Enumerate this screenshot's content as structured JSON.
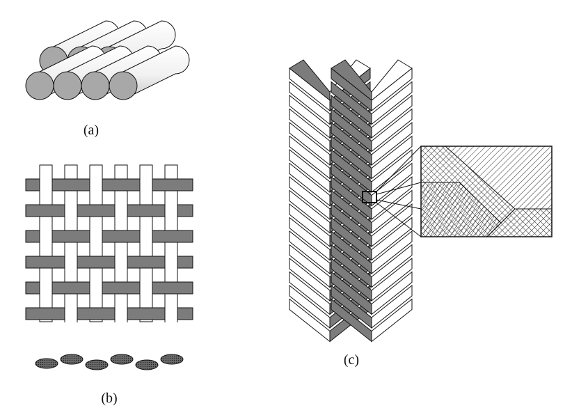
{
  "figure": {
    "panel_a": {
      "label": "(a)"
    },
    "panel_b": {
      "label": "(b)"
    },
    "panel_c": {
      "label": "(c)"
    }
  },
  "colors": {
    "fiber_gray": "#a8a8a8",
    "yarn_dark": "#7c7c7c",
    "yarn_light": "#ffffff",
    "stroke": "#111111"
  }
}
